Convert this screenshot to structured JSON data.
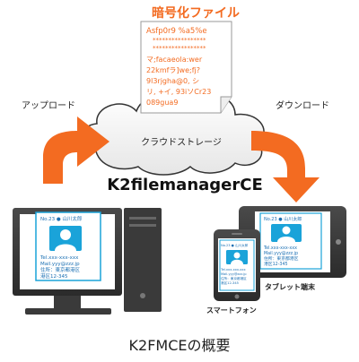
{
  "diagram": {
    "encrypted_file": {
      "title": "暗号化ファイル",
      "lines": [
        "Asfp0r9 %a5%e",
        "*****************",
        "*****************",
        "マ;facaeola:wer",
        "22kmfラ]we;fj?",
        "9l3rjgha@0, シ",
        "リ, +イ, 93iソCr23",
        "089gua9"
      ]
    },
    "upload_label": "アップロード",
    "download_label": "ダウンロード",
    "cloud_label": "クラウドストレージ",
    "product_name": "K2filemanagerCE",
    "devices": {
      "smartphone_label": "スマートフォン",
      "tablet_label": "タブレット端末"
    },
    "business_card": {
      "header": "No.23 ● 山川太郎",
      "tel": "Tel.xxx-xxx-xxx",
      "mail": "Mail.yyy@zzz.jp",
      "address1": "住所：東京都港区",
      "address2": "港区12-345"
    },
    "caption": "K2FMCEの概要",
    "colors": {
      "accent_orange": "#f36b21",
      "card_blue": "#1aa3d9",
      "device_dark": "#3a3a3a"
    }
  }
}
